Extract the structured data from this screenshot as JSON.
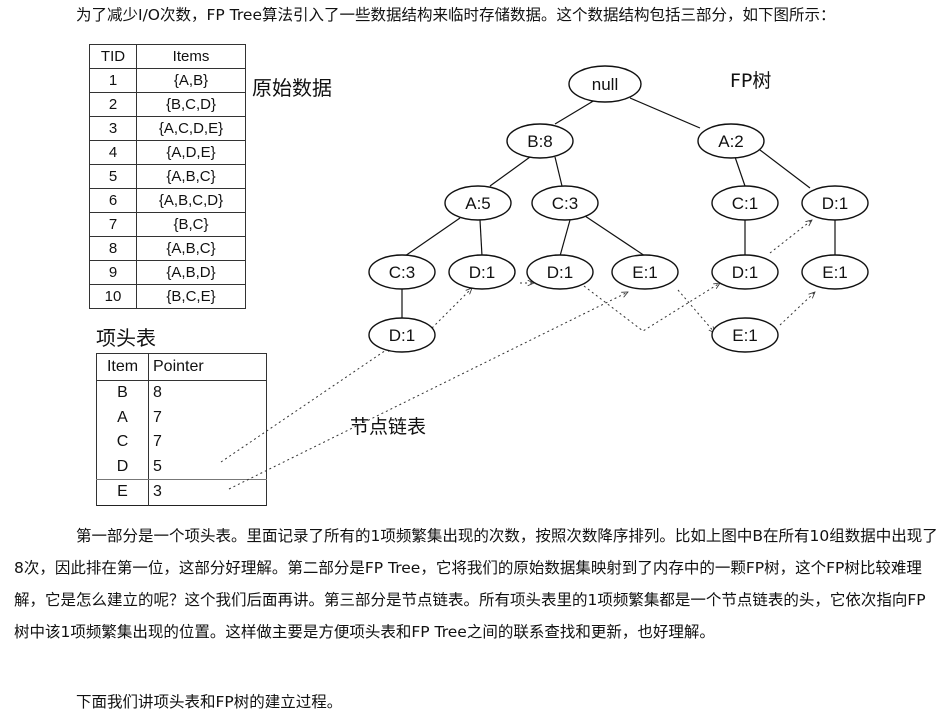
{
  "intro_text": "为了减少I/O次数，FP Tree算法引入了一些数据结构来临时存储数据。这个数据结构包括三部分，如下图所示：",
  "labels": {
    "raw_data": "原始数据",
    "header_table": "项头表",
    "node_link": "节点链表",
    "fp_tree": "FP树"
  },
  "transactions": {
    "headers": [
      "TID",
      "Items"
    ],
    "rows": [
      [
        "1",
        "{A,B}"
      ],
      [
        "2",
        "{B,C,D}"
      ],
      [
        "3",
        "{A,C,D,E}"
      ],
      [
        "4",
        "{A,D,E}"
      ],
      [
        "5",
        "{A,B,C}"
      ],
      [
        "6",
        "{A,B,C,D}"
      ],
      [
        "7",
        "{B,C}"
      ],
      [
        "8",
        "{A,B,C}"
      ],
      [
        "9",
        "{A,B,D}"
      ],
      [
        "10",
        "{B,C,E}"
      ]
    ]
  },
  "header_table": {
    "headers": [
      "Item",
      "Pointer"
    ],
    "rows": [
      [
        "B",
        "8"
      ],
      [
        "A",
        "7"
      ],
      [
        "C",
        "7"
      ],
      [
        "D",
        "5"
      ],
      [
        "E",
        "3"
      ]
    ]
  },
  "tree_nodes": {
    "null": "null",
    "b8": "B:8",
    "a2": "A:2",
    "a5": "A:5",
    "c3b": "C:3",
    "c1": "C:1",
    "d1r": "D:1",
    "c3": "C:3",
    "d1a": "D:1",
    "d1c": "D:1",
    "e1c": "E:1",
    "d1x": "D:1",
    "e1d": "E:1",
    "d1low": "D:1",
    "e1low": "E:1"
  },
  "body_text": "第一部分是一个项头表。里面记录了所有的1项频繁集出现的次数，按照次数降序排列。比如上图中B在所有10组数据中出现了8次，因此排在第一位，这部分好理解。第二部分是FP Tree，它将我们的原始数据集映射到了内存中的一颗FP树，这个FP树比较难理解，它是怎么建立的呢？这个我们后面再讲。第三部分是节点链表。所有项头表里的1项频繁集都是一个节点链表的头，它依次指向FP树中该1项频繁集出现的位置。这样做主要是方便项头表和FP Tree之间的联系查找和更新，也好理解。",
  "outro_text": "下面我们讲项头表和FP树的建立过程。"
}
